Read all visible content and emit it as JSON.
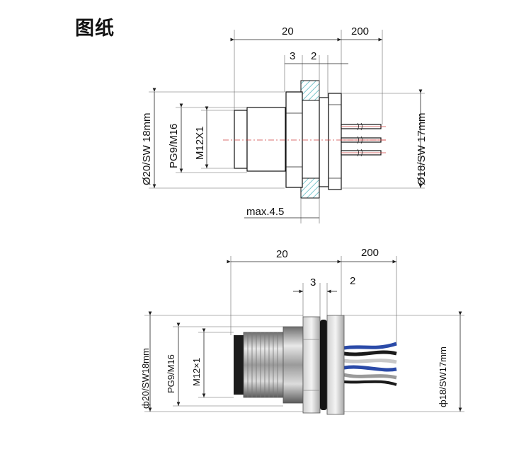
{
  "page": {
    "title": "图纸"
  },
  "top_drawing": {
    "dims": {
      "total_length": "20",
      "cable_length": "200",
      "flange": "3",
      "gap": "2",
      "outer": "Ø20/SW 18mm",
      "thread": "PG9/M16",
      "socket": "M12X1",
      "panel": "max.4.5",
      "rear": "Ø18/SW 17mm"
    }
  },
  "bottom_drawing": {
    "dims": {
      "total_length": "20",
      "cable_length": "200",
      "flange": "3",
      "gap": "2",
      "outer": "ф20/SW18mm",
      "thread": "PG9/M16",
      "socket": "M12×1",
      "rear": "ф18/SW17mm"
    }
  },
  "colors": {
    "hatch": "#58b8c0",
    "cable_blue": "#2a4aa8",
    "cable_black": "#1a1a1a",
    "cable_gray": "#9a9a9a",
    "wire_red": "#d04040"
  }
}
